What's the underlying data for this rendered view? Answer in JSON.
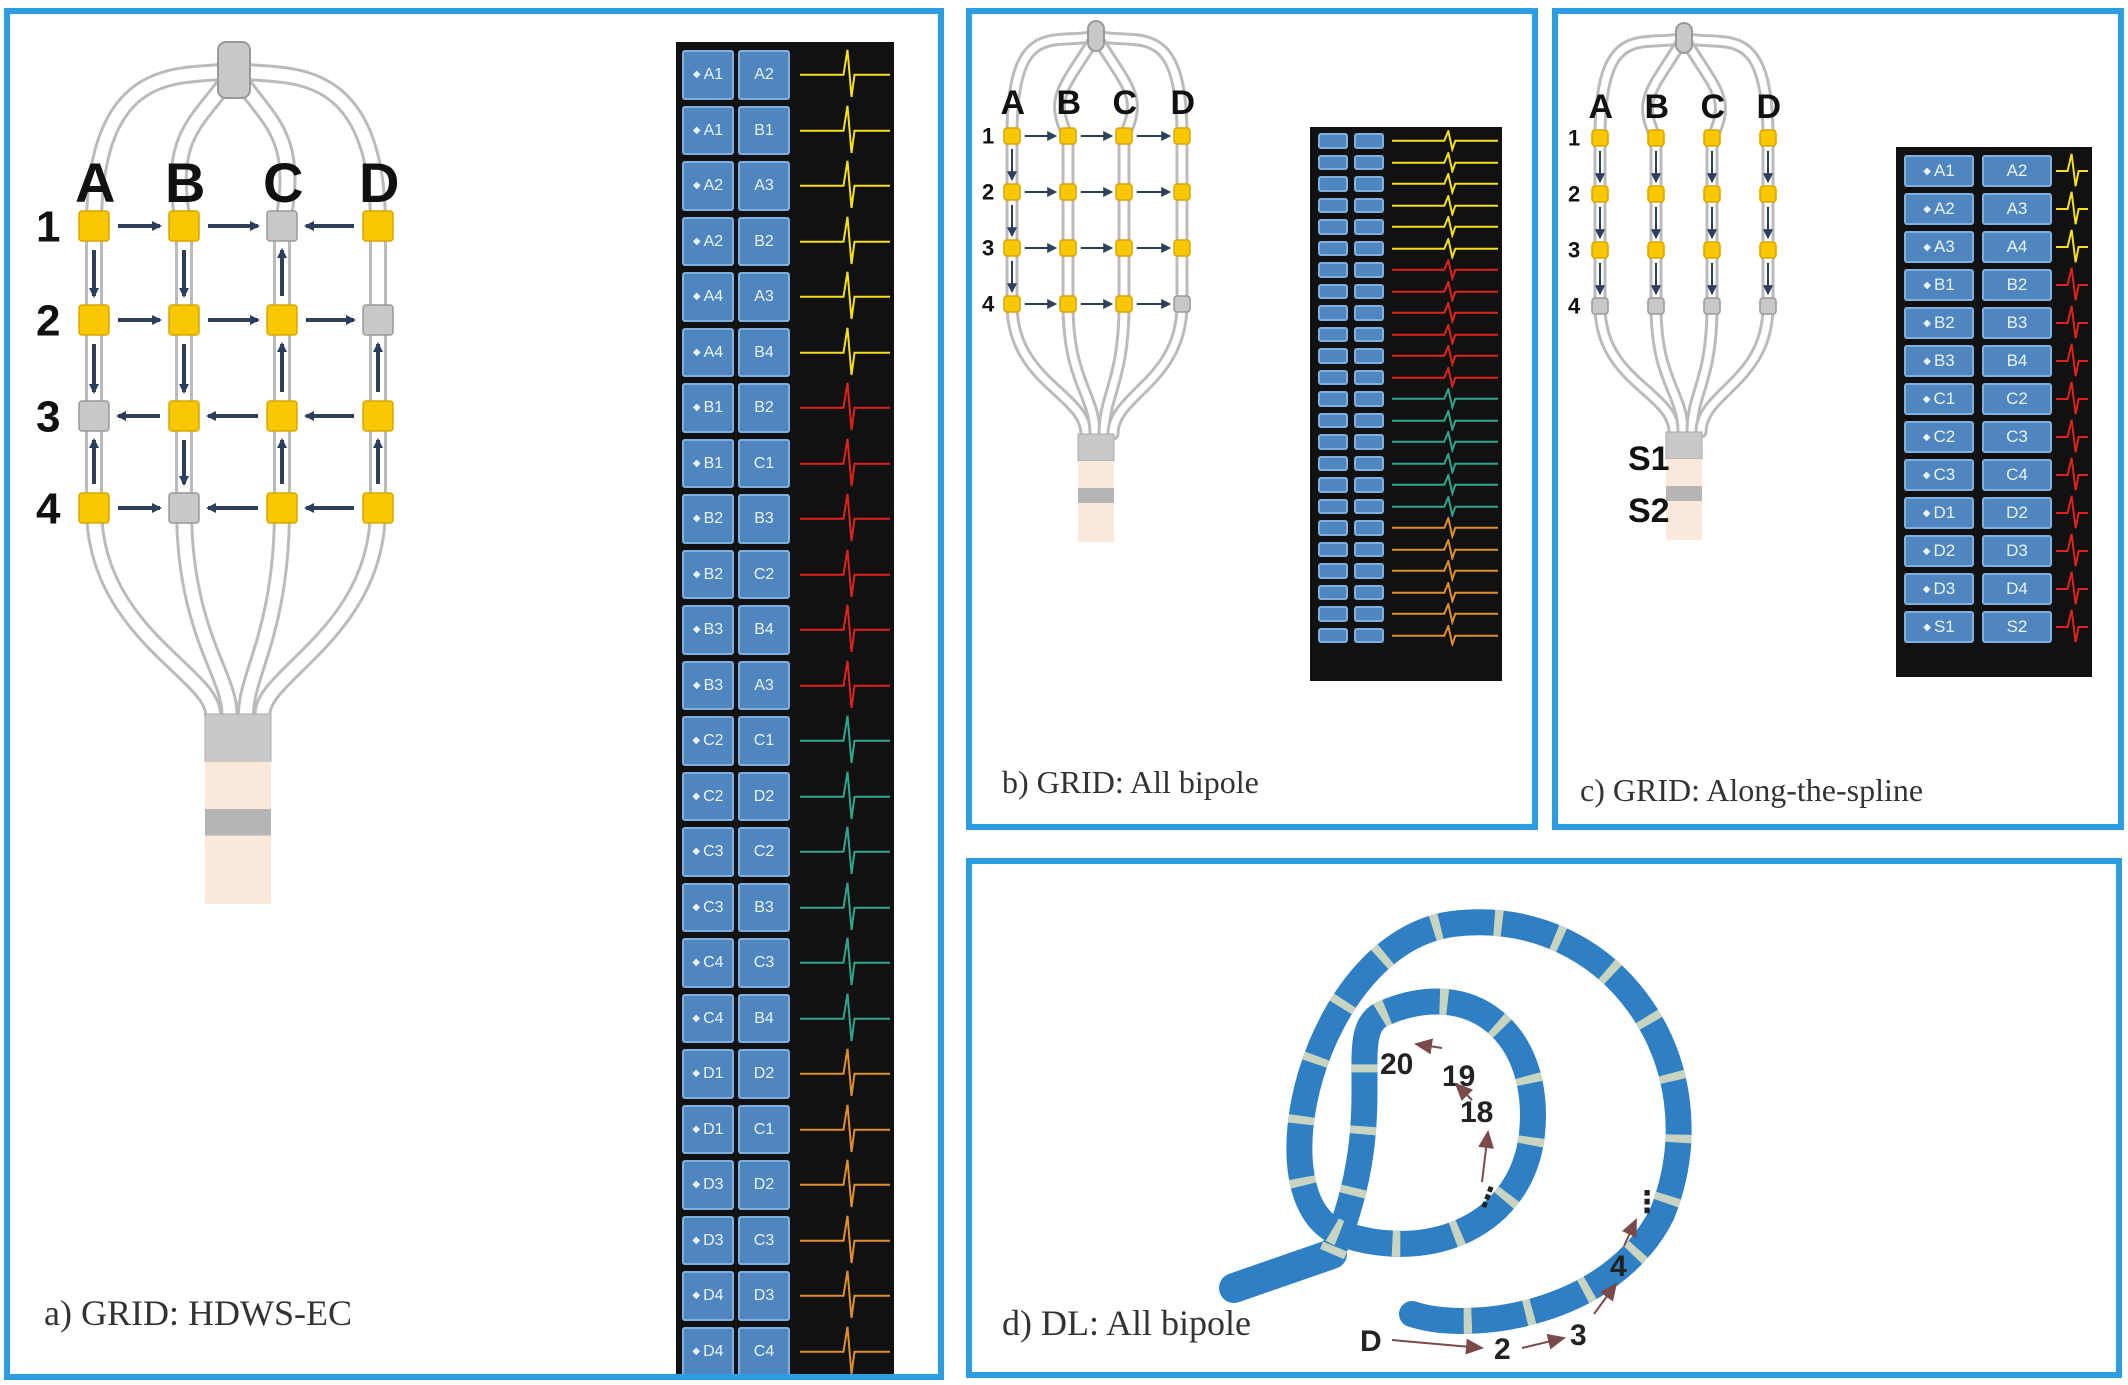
{
  "panel_a": {
    "caption": "a) GRID: HDWS-EC",
    "columns": [
      "A",
      "B",
      "C",
      "D"
    ],
    "rows": [
      "1",
      "2",
      "3",
      "4"
    ],
    "channels": [
      {
        "a": "A1",
        "b": "A2",
        "color": "#f5e01a"
      },
      {
        "a": "A1",
        "b": "B1",
        "color": "#f5e01a"
      },
      {
        "a": "A2",
        "b": "A3",
        "color": "#f5e01a"
      },
      {
        "a": "A2",
        "b": "B2",
        "color": "#f5e01a"
      },
      {
        "a": "A4",
        "b": "A3",
        "color": "#f5e01a"
      },
      {
        "a": "A4",
        "b": "B4",
        "color": "#f5e01a"
      },
      {
        "a": "B1",
        "b": "B2",
        "color": "#e0221c"
      },
      {
        "a": "B1",
        "b": "C1",
        "color": "#e0221c"
      },
      {
        "a": "B2",
        "b": "B3",
        "color": "#e0221c"
      },
      {
        "a": "B2",
        "b": "C2",
        "color": "#e0221c"
      },
      {
        "a": "B3",
        "b": "B4",
        "color": "#e0221c"
      },
      {
        "a": "B3",
        "b": "A3",
        "color": "#e0221c"
      },
      {
        "a": "C2",
        "b": "C1",
        "color": "#2fa68c"
      },
      {
        "a": "C2",
        "b": "D2",
        "color": "#2fa68c"
      },
      {
        "a": "C3",
        "b": "C2",
        "color": "#2fa68c"
      },
      {
        "a": "C3",
        "b": "B3",
        "color": "#2fa68c"
      },
      {
        "a": "C4",
        "b": "C3",
        "color": "#2fa68c"
      },
      {
        "a": "C4",
        "b": "B4",
        "color": "#2fa68c"
      },
      {
        "a": "D1",
        "b": "D2",
        "color": "#e0902a"
      },
      {
        "a": "D1",
        "b": "C1",
        "color": "#e0902a"
      },
      {
        "a": "D3",
        "b": "D2",
        "color": "#e0902a"
      },
      {
        "a": "D3",
        "b": "C3",
        "color": "#e0902a"
      },
      {
        "a": "D4",
        "b": "D3",
        "color": "#e0902a"
      },
      {
        "a": "D4",
        "b": "C4",
        "color": "#e0902a"
      }
    ]
  },
  "panel_b": {
    "caption": "b) GRID: All bipole",
    "columns": [
      "A",
      "B",
      "C",
      "D"
    ],
    "rows": [
      "1",
      "2",
      "3",
      "4"
    ]
  },
  "panel_c": {
    "caption": "c) GRID: Along-the-spline",
    "columns": [
      "A",
      "B",
      "C",
      "D"
    ],
    "rows": [
      "1",
      "2",
      "3",
      "4"
    ],
    "shaft_labels": [
      "S1",
      "S2"
    ],
    "channels": [
      {
        "a": "A1",
        "b": "A2",
        "color": "#f5e01a"
      },
      {
        "a": "A2",
        "b": "A3",
        "color": "#f5e01a"
      },
      {
        "a": "A3",
        "b": "A4",
        "color": "#f5e01a"
      },
      {
        "a": "B1",
        "b": "B2",
        "color": "#e0221c"
      },
      {
        "a": "B2",
        "b": "B3",
        "color": "#e0221c"
      },
      {
        "a": "B3",
        "b": "B4",
        "color": "#e0221c"
      },
      {
        "a": "C1",
        "b": "C2",
        "color": "#e0221c"
      },
      {
        "a": "C2",
        "b": "C3",
        "color": "#e0221c"
      },
      {
        "a": "C3",
        "b": "C4",
        "color": "#e0221c"
      },
      {
        "a": "D1",
        "b": "D2",
        "color": "#e0221c"
      },
      {
        "a": "D2",
        "b": "D3",
        "color": "#e0221c"
      },
      {
        "a": "D3",
        "b": "D4",
        "color": "#e0221c"
      },
      {
        "a": "S1",
        "b": "S2",
        "color": "#e0221c"
      }
    ]
  },
  "panel_d": {
    "caption": "d) DL: All bipole",
    "labels": {
      "d": "D",
      "n2": "2",
      "n3": "3",
      "n4": "4",
      "n18": "18",
      "n19": "19",
      "n20": "20",
      "dots_outer": "⋮",
      "dots_inner": "⋮"
    }
  },
  "colors": {
    "border": "#2a9ee0",
    "electrode_active": "#f7c800",
    "electrode_idle": "#c8c8c8",
    "arrow": "#2e3f5c",
    "catheter": "#2f7fc4"
  }
}
